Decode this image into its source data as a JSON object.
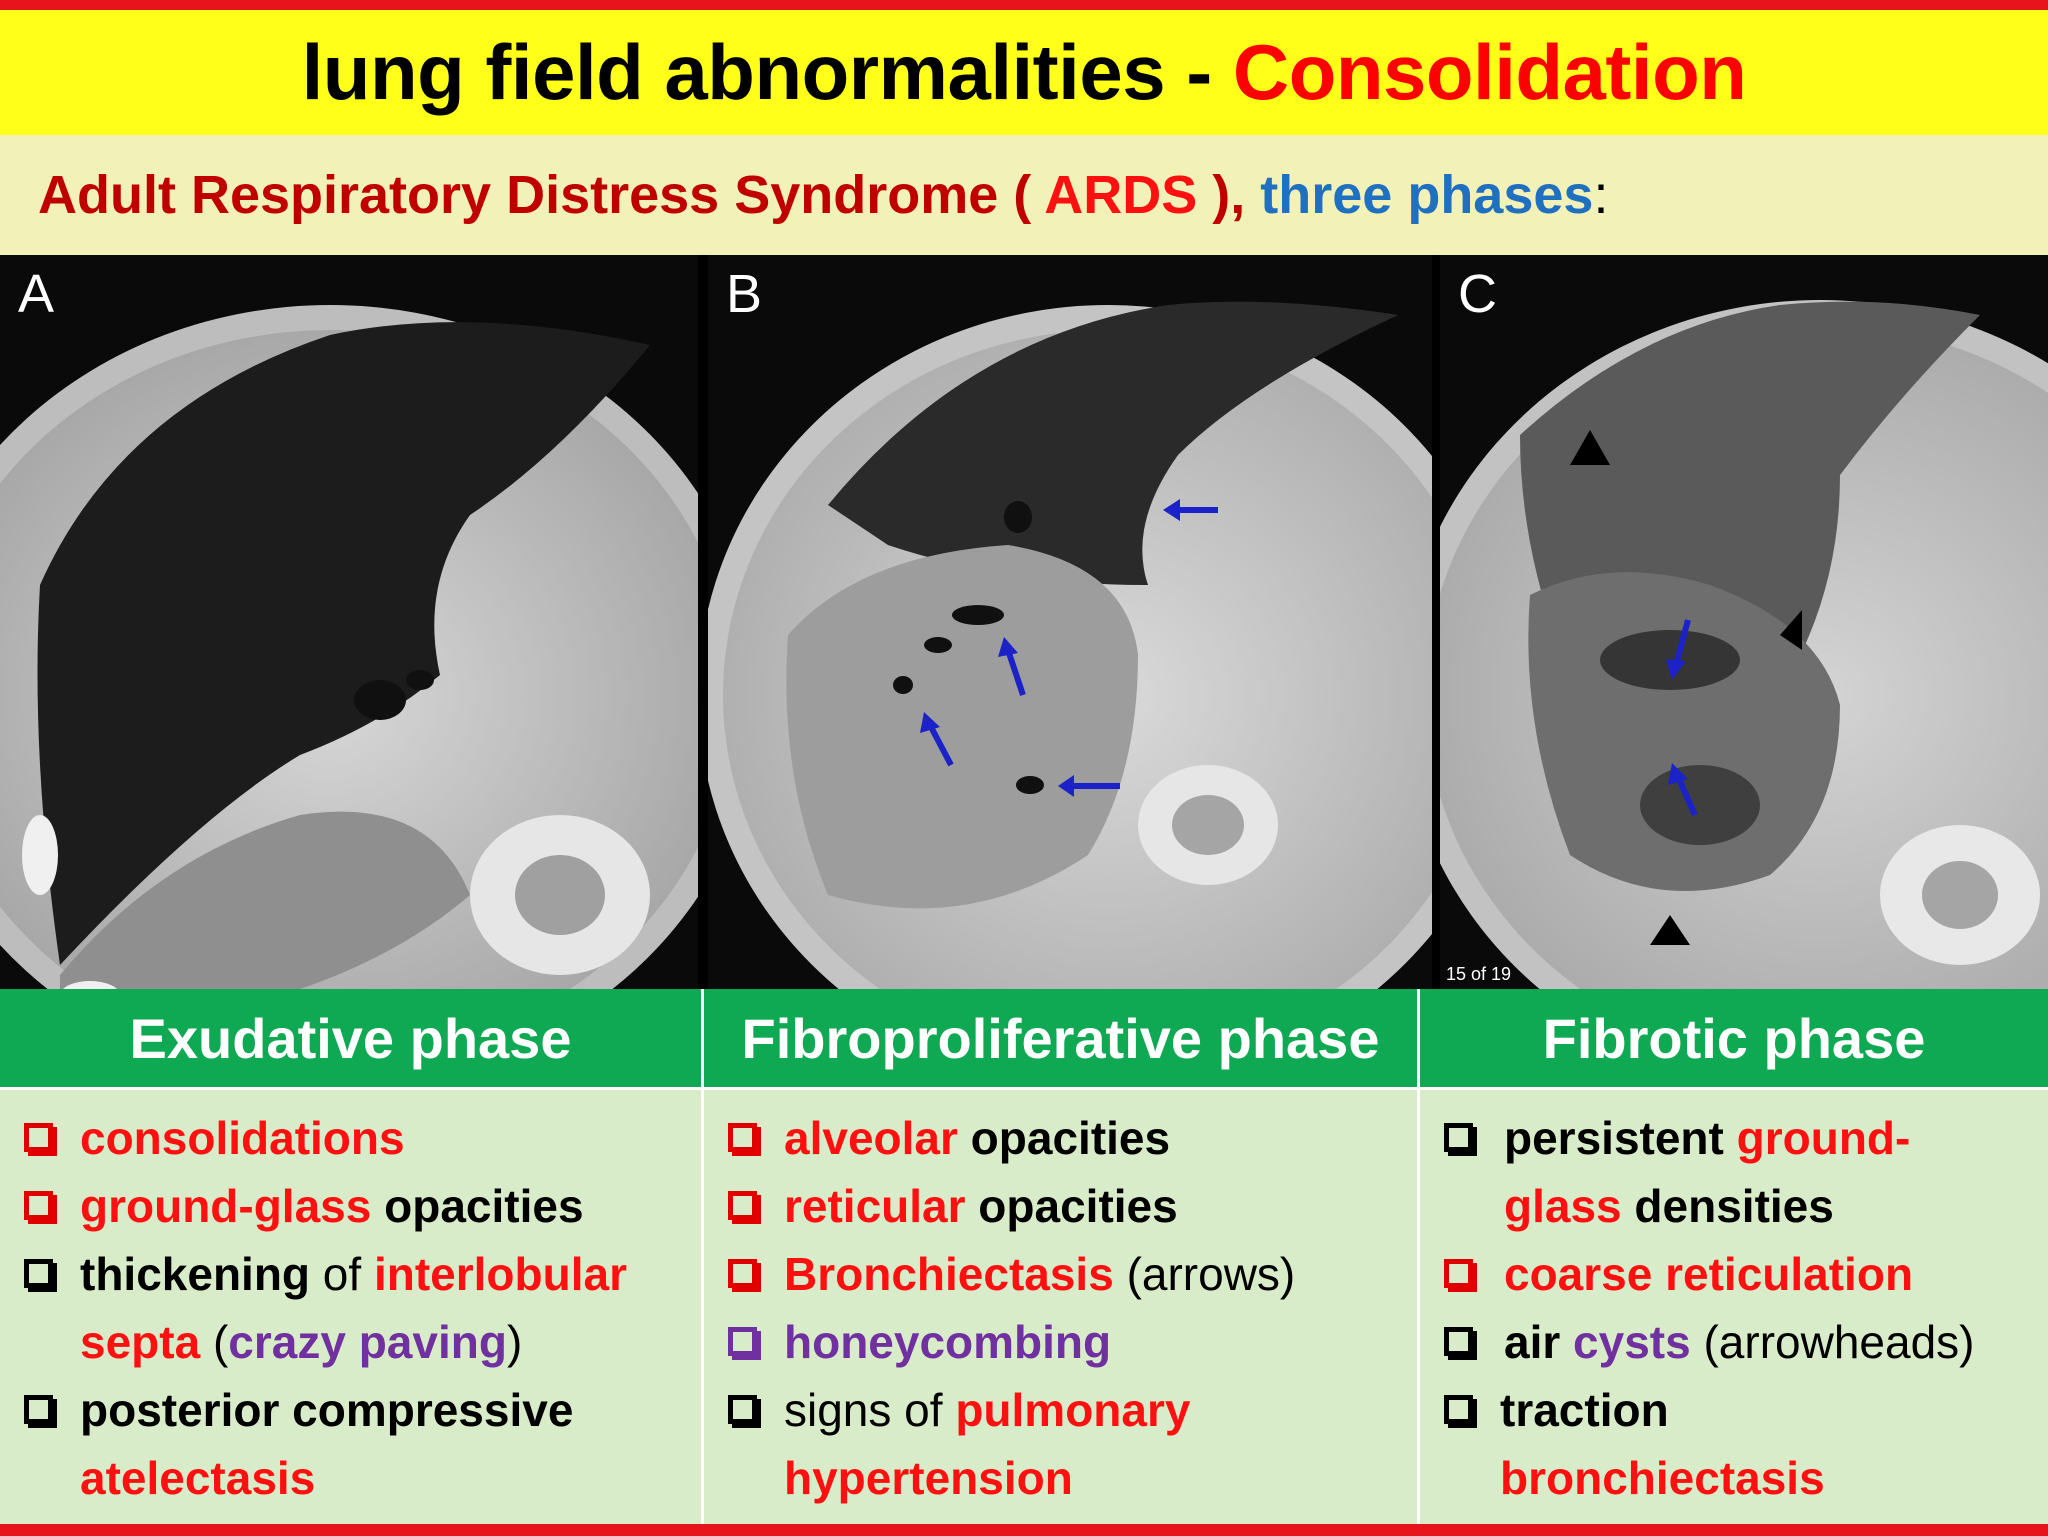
{
  "slide": {
    "title_main": "lung field abnormalities - ",
    "title_accent": "Consolidation",
    "subtitle_part1": "Adult Respiratory Distress Syndrome ( ",
    "subtitle_ards": "ARDS",
    "subtitle_part2": " ), ",
    "subtitle_blue": "three phases",
    "subtitle_colon": ":"
  },
  "images": {
    "a_label": "A",
    "b_label": "B",
    "c_label": "C",
    "c_slice": "15 of 19"
  },
  "phases": {
    "col1_head": "Exudative phase",
    "col2_head": "Fibroproliferative phase",
    "col3_head": "Fibrotic phase",
    "col1": {
      "l1_r": "consolidations",
      "l2_r": "ground-glass",
      "l2_k": " opacities",
      "l3_b": "thickening",
      "l3_k": " of ",
      "l3_r": "interlobular",
      "l4_r": "septa",
      "l4_k1": " (",
      "l4_p": "crazy paving",
      "l4_k2": ")",
      "l5_b": "posterior compressive",
      "l6_r": "atelectasis"
    },
    "col2": {
      "l1_r": "alveolar",
      "l1_b": " opacities",
      "l2_r": "reticular",
      "l2_b": " opacities",
      "l3_r": "Bronchiectasis",
      "l3_k": " (arrows)",
      "l4_p": "honeycombing",
      "l5_k": "signs of ",
      "l5_r": "pulmonary",
      "l6_r": "hypertension"
    },
    "col3": {
      "l1_b": "persistent ",
      "l1_r": "ground-",
      "l2_r": "glass",
      "l2_b": " densities",
      "l3_r": "coarse reticulation",
      "l4_b": "air ",
      "l4_p": "cysts",
      "l4_k": " (arrowheads)",
      "l5_b": "traction",
      "l6_r": "bronchiectasis"
    }
  },
  "colors": {
    "title_bar": "#ffff1a",
    "accent_red": "#ff0000",
    "subtitle_bar": "#f1f1b8",
    "phase_header": "#0fa953",
    "phase_body": "#d9ecc9",
    "purple": "#7030a0",
    "blue": "#1f70c1"
  }
}
